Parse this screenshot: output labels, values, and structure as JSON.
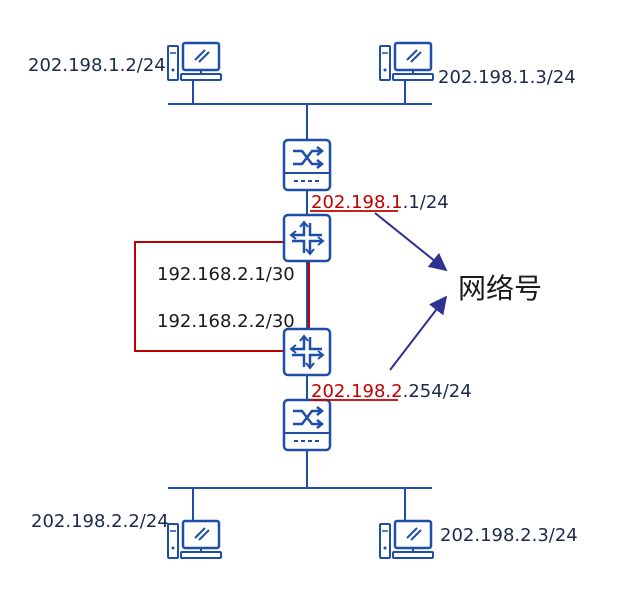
{
  "pcs": {
    "top_left_ip": "202.198.1.2/24",
    "top_right_ip": "202.198.1.3/24",
    "bottom_left_ip": "202.198.2.2/24",
    "bottom_right_ip": "202.198.2.3/24"
  },
  "routers": {
    "upper_gateway_network": "202.198.1",
    "upper_gateway_host": ".1/24",
    "lower_gateway_network": "202.198.2",
    "lower_gateway_host": ".254/24"
  },
  "p2p_link": {
    "upper_ip": "192.168.2.1/30",
    "lower_ip": "192.168.2.2/30"
  },
  "annotation": {
    "text": "网络号"
  },
  "colors": {
    "device": "#1f4ea8",
    "line": "#1f4ea8",
    "highlight": "#c00000",
    "arrow": "#2e3192",
    "text": "#1a2a4a"
  }
}
